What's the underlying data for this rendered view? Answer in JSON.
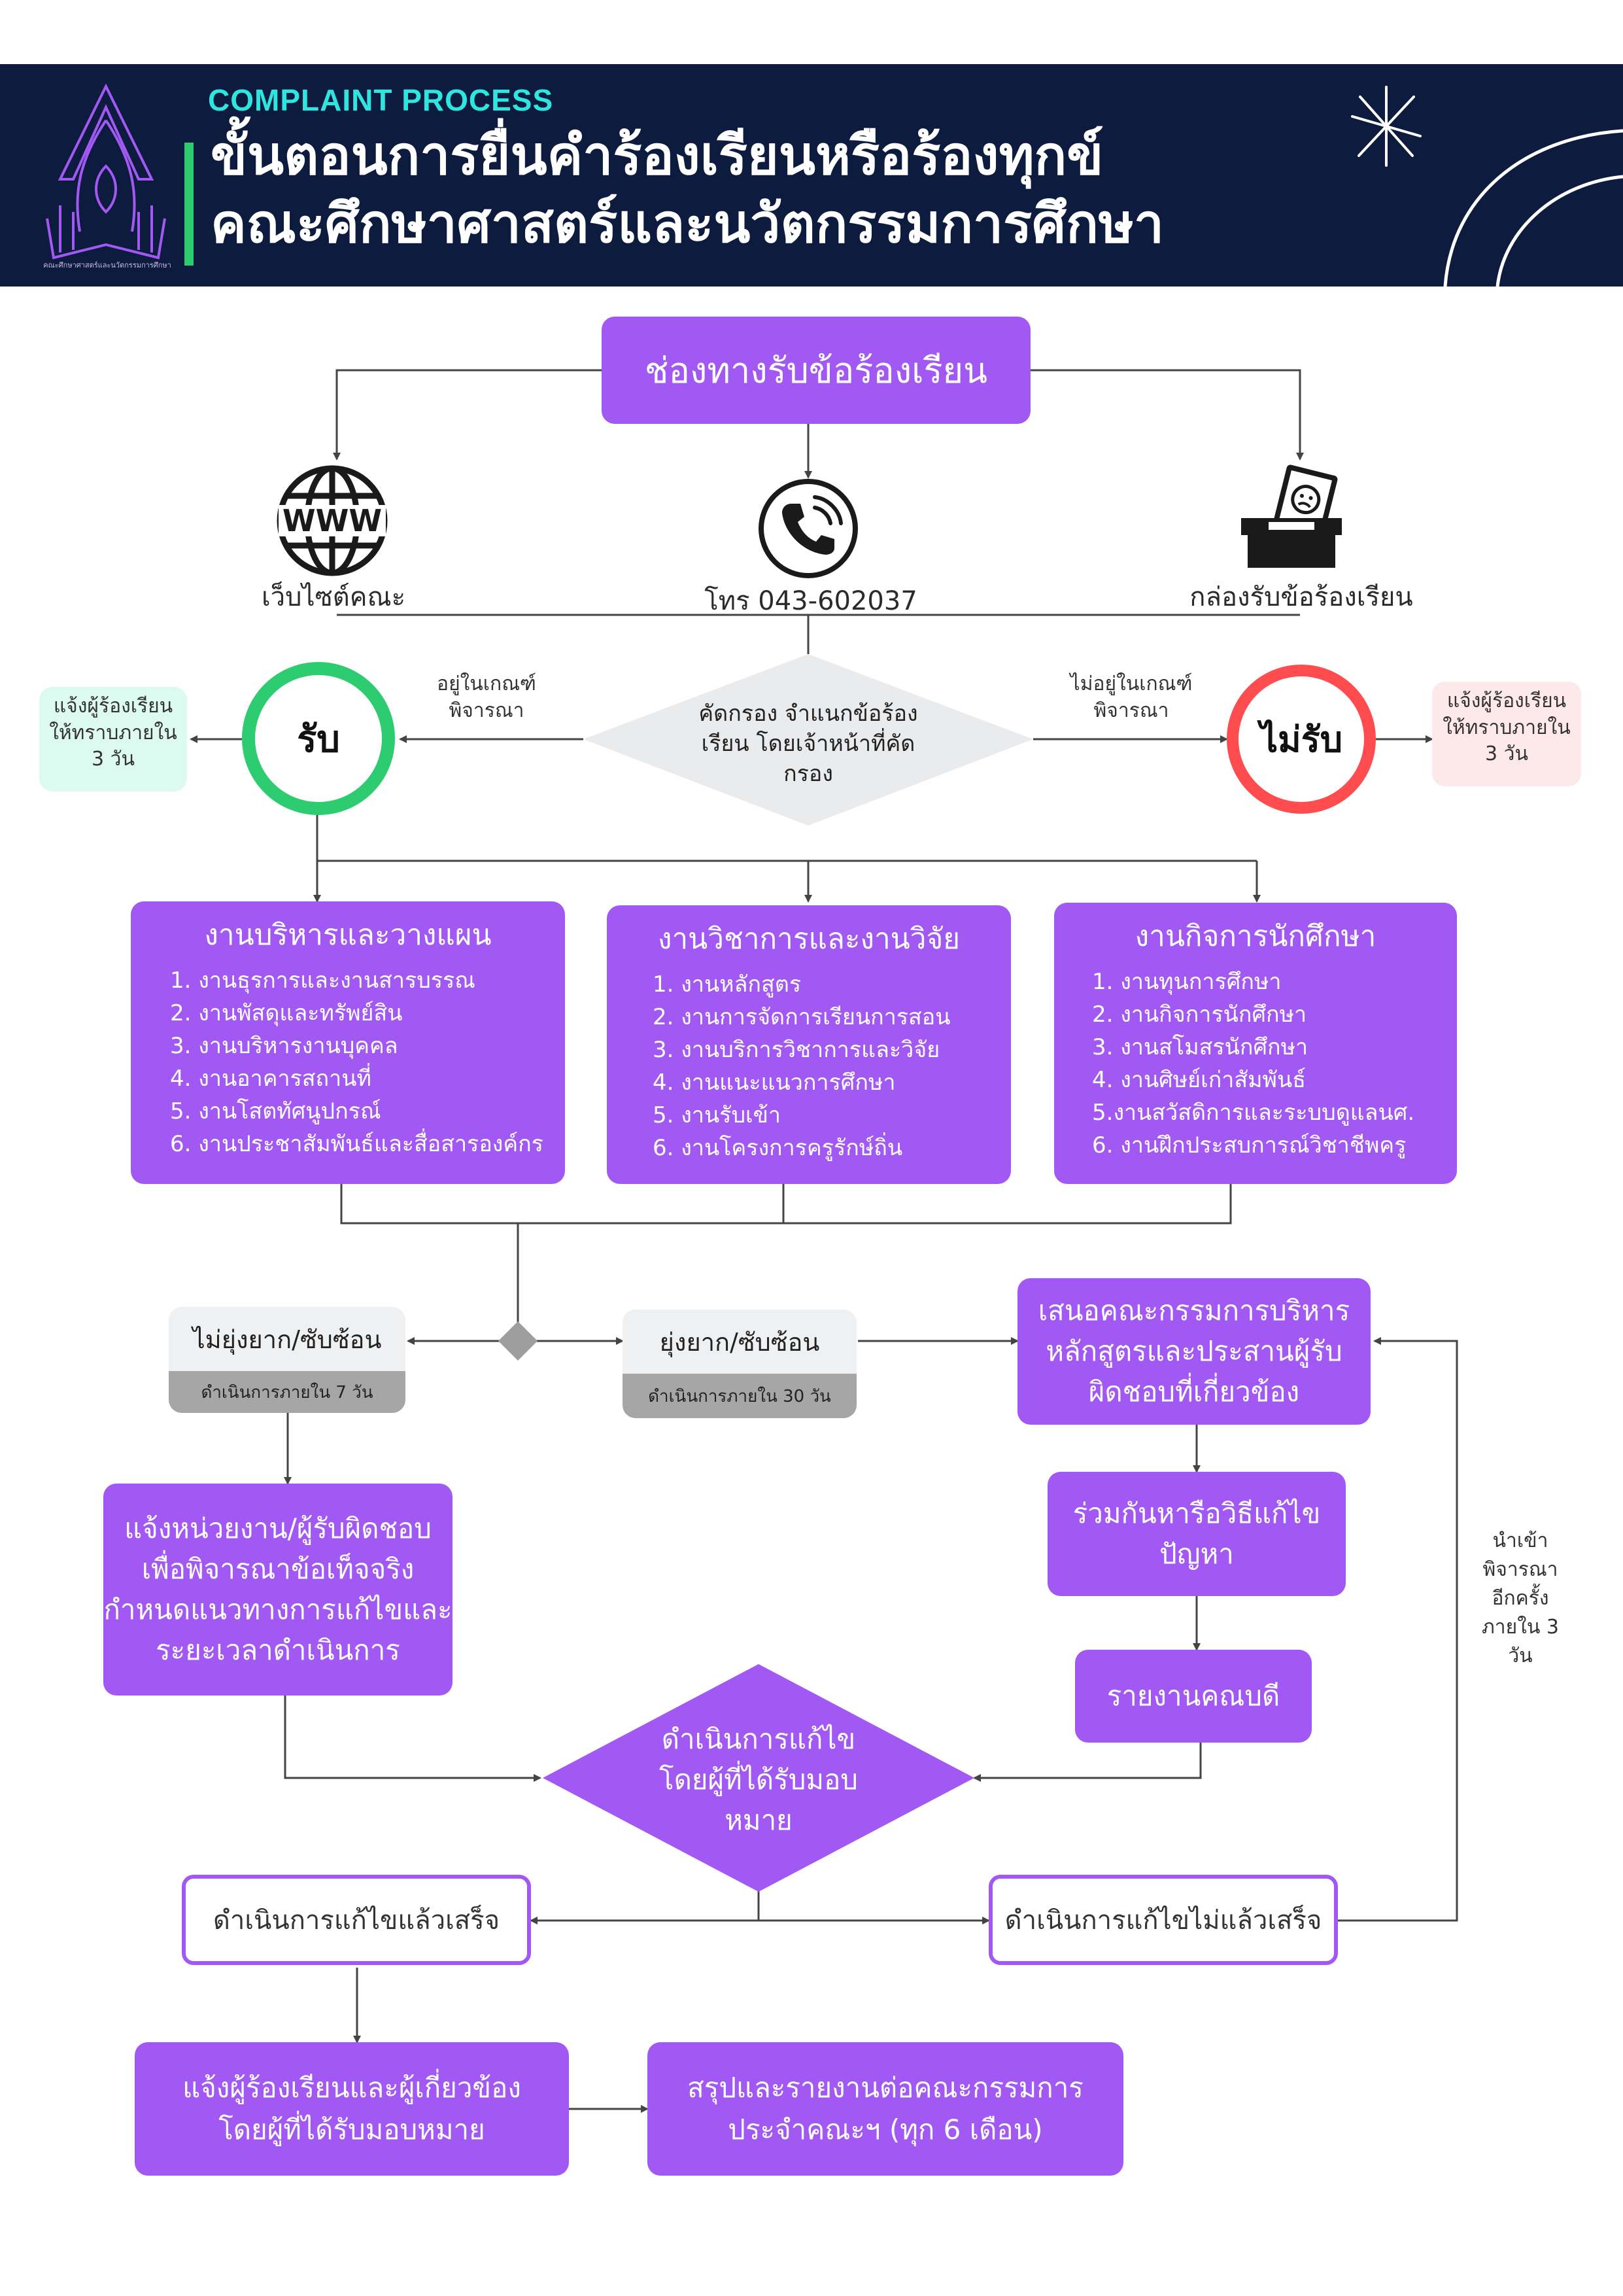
{
  "header": {
    "subtitle": "COMPLAINT PROCESS",
    "title_line1": "ขั้นตอนการยื่นคำร้องเรียนหรือร้องทุกข์",
    "title_line2": "คณะศึกษาศาสตร์และนวัตกรรมการศึกษา",
    "logo_caption": "คณะศึกษาศาสตร์และนวัตกรรมการศึกษา"
  },
  "channels": {
    "title": "ช่องทางรับข้อร้องเรียน",
    "website": {
      "icon": "www-globe-icon",
      "label": "เว็บไซต์คณะ"
    },
    "phone": {
      "icon": "phone-icon",
      "label": "โทร 043-602037"
    },
    "box": {
      "icon": "complaint-box-icon",
      "label": "กล่องรับข้อร้องเรียน"
    }
  },
  "screening": {
    "label": "คัดกรอง จำแนกข้อร้องเรียน โดยเจ้าหน้าที่คัดกรอง",
    "lines": [
      "คัดกรอง จำแนกข้อร้อง",
      "เรียน โดยเจ้าหน้าที่คัด",
      "กรอง"
    ],
    "accept": {
      "label": "รับ",
      "condition": [
        "อยู่ในเกณฑ์",
        "พิจารณา"
      ],
      "color": "#2ecc71",
      "note": [
        "แจ้งผู้ร้องเรียน",
        "ให้ทราบภายใน",
        "3 วัน"
      ]
    },
    "reject": {
      "label": "ไม่รับ",
      "condition": [
        "ไม่อยู่ในเกณฑ์",
        "พิจารณา"
      ],
      "color": "#ff4d4f",
      "note": [
        "แจ้งผู้ร้องเรียน",
        "ให้ทราบภายใน",
        "3 วัน"
      ]
    }
  },
  "departments": [
    {
      "title": "งานบริหารและวางแผน",
      "items": [
        "1. งานธุรการและงานสารบรรณ",
        "2. งานพัสดุและทรัพย์สิน",
        "3. งานบริหารงานบุคคล",
        "4. งานอาคารสถานที่",
        "5. งานโสตทัศนูปกรณ์",
        "6. งานประชาสัมพันธ์และสื่อสารองค์กร"
      ]
    },
    {
      "title": "งานวิชาการและงานวิจัย",
      "items": [
        "1. งานหลักสูตร",
        "2. งานการจัดการเรียนการสอน",
        "3. งานบริการวิชาการและวิจัย",
        "4. งานแนะแนวการศึกษา",
        "5. งานรับเข้า",
        "6. งานโครงการครูรักษ์ถิ่น"
      ]
    },
    {
      "title": "งานกิจการนักศึกษา",
      "items": [
        "1. งานทุนการศึกษา",
        "2. งานกิจการนักศึกษา",
        "3. งานสโมสรนักศึกษา",
        "4. งานศิษย์เก่าสัมพันธ์",
        "5.งานสวัสดิการและระบบดูแลนศ.",
        "6. งานฝึกประสบการณ์วิชาชีพครู"
      ]
    }
  ],
  "complexity": {
    "simple": {
      "label": "ไม่ยุ่งยาก/ซับซ้อน",
      "duration": "ดำเนินการภายใน 7 วัน"
    },
    "complex": {
      "label": "ยุ่งยาก/ซับซ้อน",
      "duration": "ดำเนินการภายใน 30 วัน"
    }
  },
  "steps": {
    "notify_unit": [
      "แจ้งหน่วยงาน/ผู้รับผิดชอบ",
      "เพื่อพิจารณาข้อเท็จจริง",
      "กำหนดแนวทางการแก้ไขและ",
      "ระยะเวลาดำเนินการ"
    ],
    "propose_committee": [
      "เสนอคณะกรรมการบริหาร",
      "หลักสูตรและประสานผู้รับ",
      "ผิดชอบที่เกี่ยวข้อง"
    ],
    "find_solution": [
      "ร่วมกันหารือวิธีแก้ไข",
      "ปัญหา"
    ],
    "report_dean": "รายงานคณบดี",
    "execute": [
      "ดำเนินการแก้ไข",
      "โดยผู้ที่ได้รับมอบ",
      "หมาย"
    ],
    "done": "ดำเนินการแก้ไขแล้วเสร็จ",
    "not_done": "ดำเนินการแก้ไขไม่แล้วเสร็จ",
    "recheck": [
      "นำเข้า",
      "พิจารณา",
      "อีกครั้ง",
      "ภายใน 3",
      "วัน"
    ],
    "notify_parties": [
      "แจ้งผู้ร้องเรียนและผู้เกี่ยวข้อง",
      "โดยผู้ที่ได้รับมอบหมาย"
    ],
    "summary": [
      "สรุปและรายงานต่อคณะกรรมการ",
      "ประจำคณะฯ (ทุก 6 เดือน)"
    ]
  },
  "colors": {
    "header_bg": "#0d1b3e",
    "accent_cyan": "#2ee6e0",
    "accent_green": "#2ecc71",
    "purple": "#a259f4",
    "reject_red": "#ff4d4f",
    "line": "#444444"
  }
}
